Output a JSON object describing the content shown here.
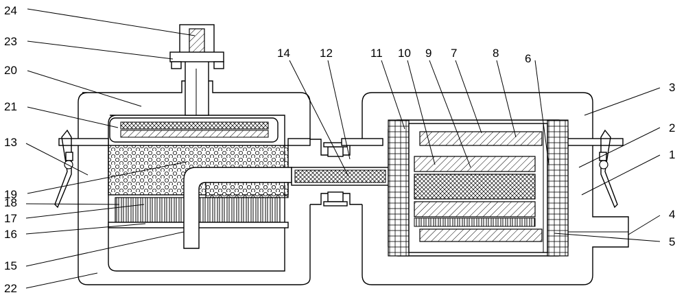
{
  "title": "Patent mechanical cross-section drawing",
  "labels": {
    "n1": "1",
    "n2": "2",
    "n3": "3",
    "n4": "4",
    "n5": "5",
    "n6": "6",
    "n7": "7",
    "n8": "8",
    "n9": "9",
    "n10": "10",
    "n11": "11",
    "n12": "12",
    "n13": "13",
    "n14": "14",
    "n15": "15",
    "n16": "16",
    "n17": "17",
    "n18": "18",
    "n19": "19",
    "n20": "20",
    "n21": "21",
    "n22": "22",
    "n23": "23",
    "n24": "24"
  },
  "colors": {
    "line": "#000000",
    "background": "#ffffff"
  }
}
